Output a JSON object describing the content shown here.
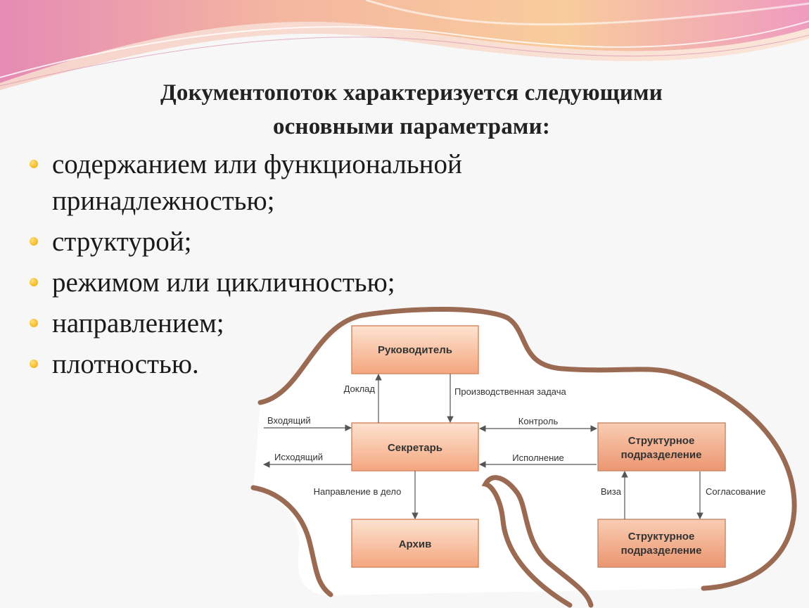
{
  "title": {
    "line1": "Документопоток  характеризуется следующими",
    "line2": "основными параметрами:"
  },
  "bullets": [
    {
      "line1": "содержанием или функциональной",
      "line2": "принадлежностью;"
    },
    {
      "line1": "структурой;"
    },
    {
      "line1": "режимом или цикличностью;"
    },
    {
      "line1": "направлением;"
    },
    {
      "line1": "плотностью."
    }
  ],
  "diagram": {
    "nodes": {
      "head": "Руководитель",
      "secretary": "Секретарь",
      "archive": "Архив",
      "unit1_line1": "Структурное",
      "unit1_line2": "подразделение",
      "unit2_line1": "Структурное",
      "unit2_line2": "подразделение"
    },
    "edges": {
      "report": "Доклад",
      "task": "Производственная задача",
      "incoming": "Входящий",
      "outgoing": "Исходящий",
      "control": "Контроль",
      "execution": "Исполнение",
      "to_file": "Направление в дело",
      "visa": "Виза",
      "approval": "Согласование"
    }
  },
  "colors": {
    "box_fill_light": "#fcd9c2",
    "box_fill_dark": "#f3a077",
    "box_stroke": "#d98a65",
    "border_line": "#9a6a52",
    "bullet": "#f0a500",
    "wave_pink": "#e98bb8",
    "wave_peach": "#f6c08e"
  }
}
